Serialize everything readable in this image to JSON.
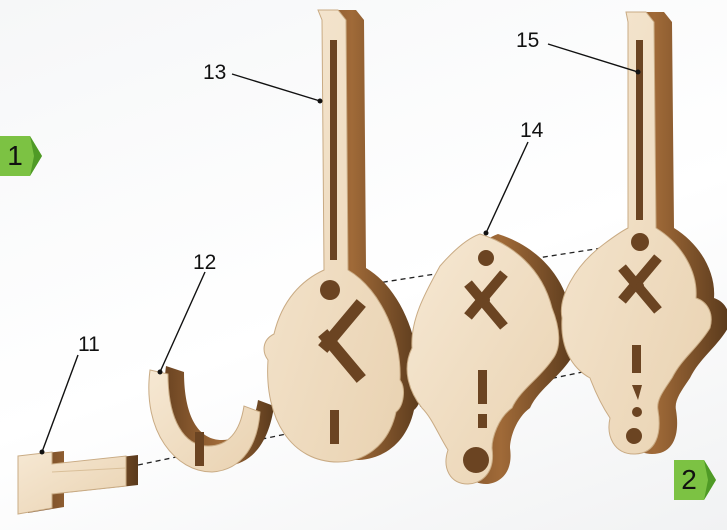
{
  "steps": {
    "first": "1",
    "second": "2"
  },
  "callouts": {
    "part11": "11",
    "part12": "12",
    "part13": "13",
    "part14": "14",
    "part15": "15"
  },
  "colors": {
    "wood_face": "#f1dfc5",
    "wood_edge": "#8a5a2e",
    "wood_dark": "#5a3a1c",
    "badge_green": "#7cc243",
    "badge_dark": "#4f9a26"
  }
}
